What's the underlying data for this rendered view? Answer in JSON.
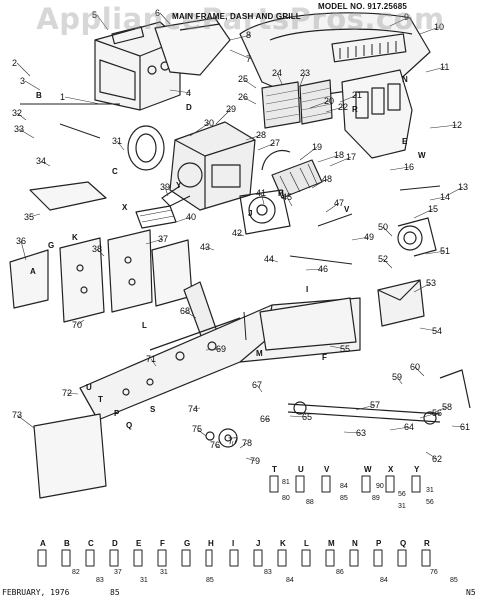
{
  "header": {
    "model": "MODEL NO. 917.25685",
    "title": "MAIN FRAME, DASH AND GRILL"
  },
  "watermark": "AppliancePartsPros.com",
  "footer": {
    "date": "FEBRUARY, 1976",
    "tail": "85",
    "corner": "N5"
  },
  "callouts": [
    "1",
    "2",
    "3",
    "4",
    "5",
    "6",
    "7",
    "8",
    "9",
    "10",
    "11",
    "12",
    "13",
    "14",
    "15",
    "16",
    "17",
    "18",
    "19",
    "20",
    "21",
    "22",
    "23",
    "24",
    "25",
    "26",
    "27",
    "28",
    "29",
    "30",
    "31",
    "32",
    "33",
    "34",
    "35",
    "36",
    "37",
    "38",
    "39",
    "40",
    "41",
    "42",
    "43",
    "44",
    "45",
    "46",
    "47",
    "48",
    "49",
    "50",
    "51",
    "52",
    "53",
    "54",
    "55",
    "56",
    "57",
    "58",
    "59",
    "60",
    "61",
    "62",
    "63",
    "64",
    "65",
    "66",
    "67",
    "68",
    "69",
    "70",
    "71",
    "72",
    "73",
    "74",
    "75",
    "76",
    "77",
    "78",
    "79"
  ],
  "letters": [
    "A",
    "B",
    "C",
    "D",
    "E",
    "F",
    "G",
    "H",
    "I",
    "J",
    "K",
    "L",
    "M",
    "N",
    "P",
    "Q",
    "R",
    "S",
    "T",
    "U",
    "V",
    "W",
    "X",
    "Y"
  ],
  "hardware": {
    "row1_keys": [
      "T",
      "U",
      "V",
      "W",
      "X",
      "Y"
    ],
    "row1_refs": [
      "81",
      "80",
      "88",
      "90",
      "89",
      "84",
      "85",
      "56",
      "31",
      "31",
      "56"
    ],
    "row2_keys": [
      "A",
      "B",
      "C",
      "D",
      "E",
      "F",
      "G",
      "H",
      "I",
      "J",
      "K",
      "L",
      "M",
      "N",
      "P",
      "Q",
      "R"
    ],
    "row2_refs": [
      "82",
      "83",
      "37",
      "31",
      "31",
      "85",
      "83",
      "84",
      "86",
      "84",
      "76",
      "85"
    ]
  }
}
